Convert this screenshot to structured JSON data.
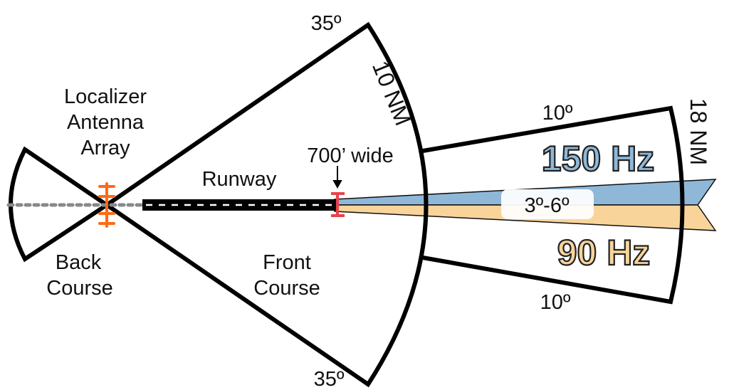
{
  "labels": {
    "angle_top": "35º",
    "angle_bottom": "35º",
    "range_10": "10 NM",
    "range_18": "18 NM",
    "antenna": [
      "Localizer",
      "Antenna",
      "Array"
    ],
    "width": "700’ wide",
    "runway": "Runway",
    "narrow_top": "10º",
    "narrow_bottom": "10º",
    "freq_top": "150 Hz",
    "freq_bottom": "90 Hz",
    "course_width": "3º-6º",
    "back_course": [
      "Back",
      "Course"
    ],
    "front_course": [
      "Front",
      "Course"
    ]
  },
  "colors": {
    "blue": "#8fb8d8",
    "orange": "#f9d49a",
    "antenna": "#ff6a13",
    "marker": "#e8424a"
  }
}
